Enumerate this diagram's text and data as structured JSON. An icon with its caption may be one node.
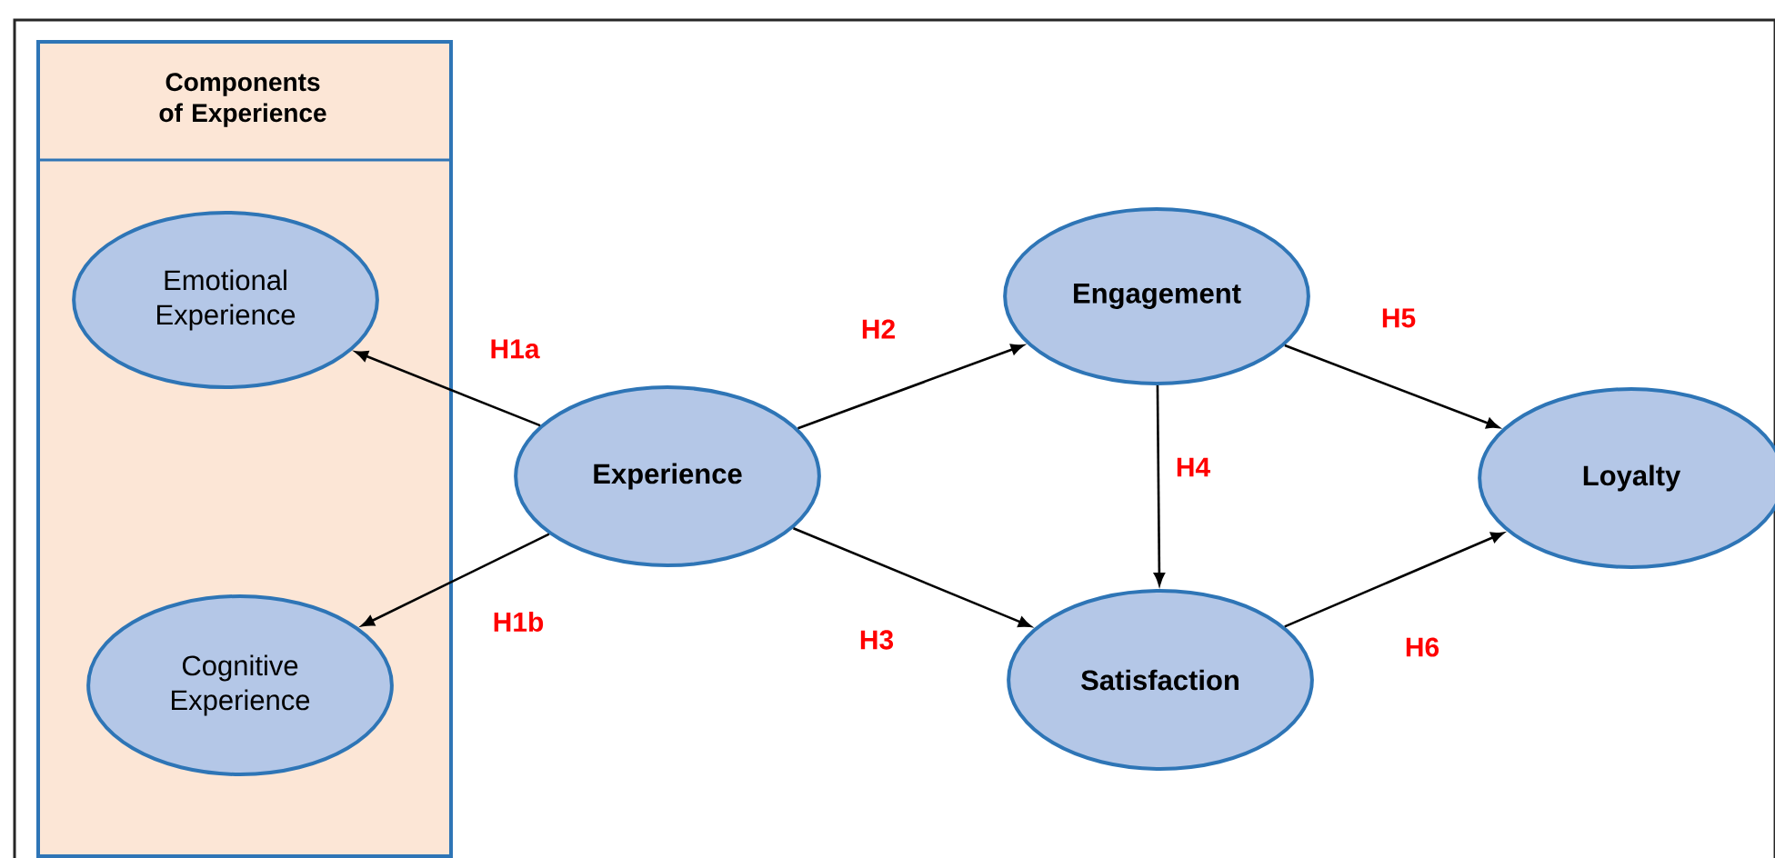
{
  "diagram": {
    "nodes": [
      {
        "text": [
          "Components of Experience"
        ]
      },
      {
        "text": [
          "Emotional Experience"
        ],
        "in": 0
      },
      {
        "text": [
          "Cognitive Experience"
        ],
        "in": 0
      },
      {
        "text": [
          "Experience"
        ]
      },
      {
        "text": [
          "Engagement"
        ]
      },
      {
        "text": [
          "Satisfaction"
        ]
      },
      {
        "text": [
          "Loyalty"
        ]
      }
    ],
    "edges": [
      {
        "from": 3,
        "to": 1,
        "arrow": "to",
        "label": "H1a"
      },
      {
        "from": 3,
        "to": 2,
        "arrow": "to",
        "label": "H1b"
      },
      {
        "from": 3,
        "to": 4,
        "arrow": "to",
        "label": "H2"
      },
      {
        "from": 3,
        "to": 5,
        "arrow": "to",
        "label": "H3"
      },
      {
        "from": 4,
        "to": 5,
        "arrow": "to",
        "label": "H4"
      },
      {
        "from": 4,
        "to": 6,
        "arrow": "to",
        "label": "H5"
      },
      {
        "from": 5,
        "to": 6,
        "arrow": "to",
        "label": "H6"
      }
    ]
  }
}
